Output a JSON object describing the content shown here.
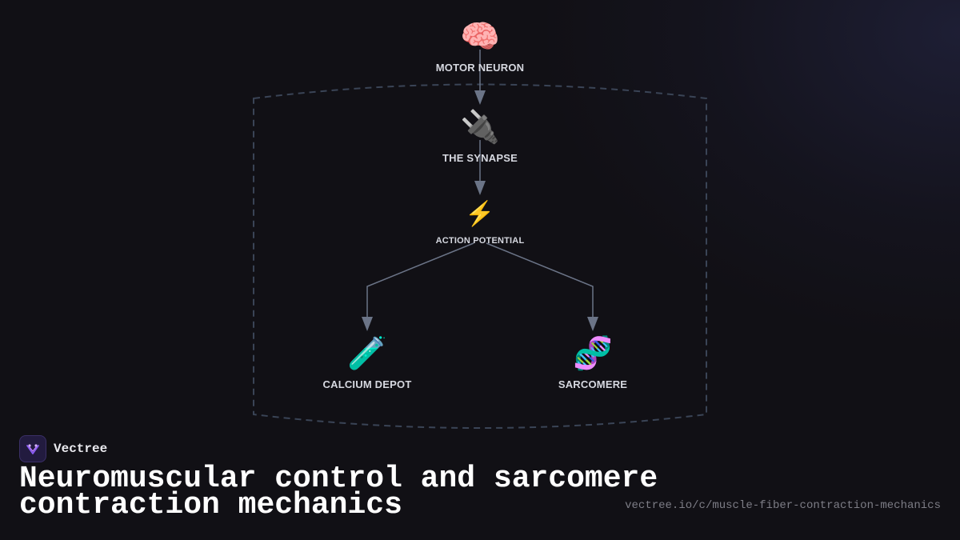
{
  "diagram": {
    "nodes": {
      "motor_neuron": {
        "icon": "🧠",
        "icon_name": "brain-icon",
        "label": "MOTOR NEURON"
      },
      "synapse": {
        "icon": "🔌",
        "icon_name": "plug-icon",
        "label": "THE SYNAPSE"
      },
      "action_potential": {
        "icon": "⚡",
        "icon_name": "lightning-icon",
        "label": "ACTION POTENTIAL"
      },
      "calcium_depot": {
        "icon": "🧪",
        "icon_name": "test-tube-icon",
        "label": "CALCIUM DEPOT"
      },
      "sarcomere": {
        "icon": "🧬",
        "icon_name": "dna-icon",
        "label": "SARCOMERE"
      }
    },
    "edges": [
      {
        "from": "MOTOR NEURON",
        "to": "THE SYNAPSE"
      },
      {
        "from": "THE SYNAPSE",
        "to": "ACTION POTENTIAL"
      },
      {
        "from": "ACTION POTENTIAL",
        "to": "CALCIUM DEPOT"
      },
      {
        "from": "ACTION POTENTIAL",
        "to": "SARCOMERE"
      }
    ],
    "colors": {
      "edge": "#6b7487",
      "boundary": "#3a4456",
      "background": "#111015"
    }
  },
  "brand": {
    "name": "Vectree",
    "logo_icon": "vectree-logo-icon"
  },
  "title": "Neuromuscular control and sarcomere contraction mechanics",
  "url": "vectree.io/c/muscle-fiber-contraction-mechanics"
}
